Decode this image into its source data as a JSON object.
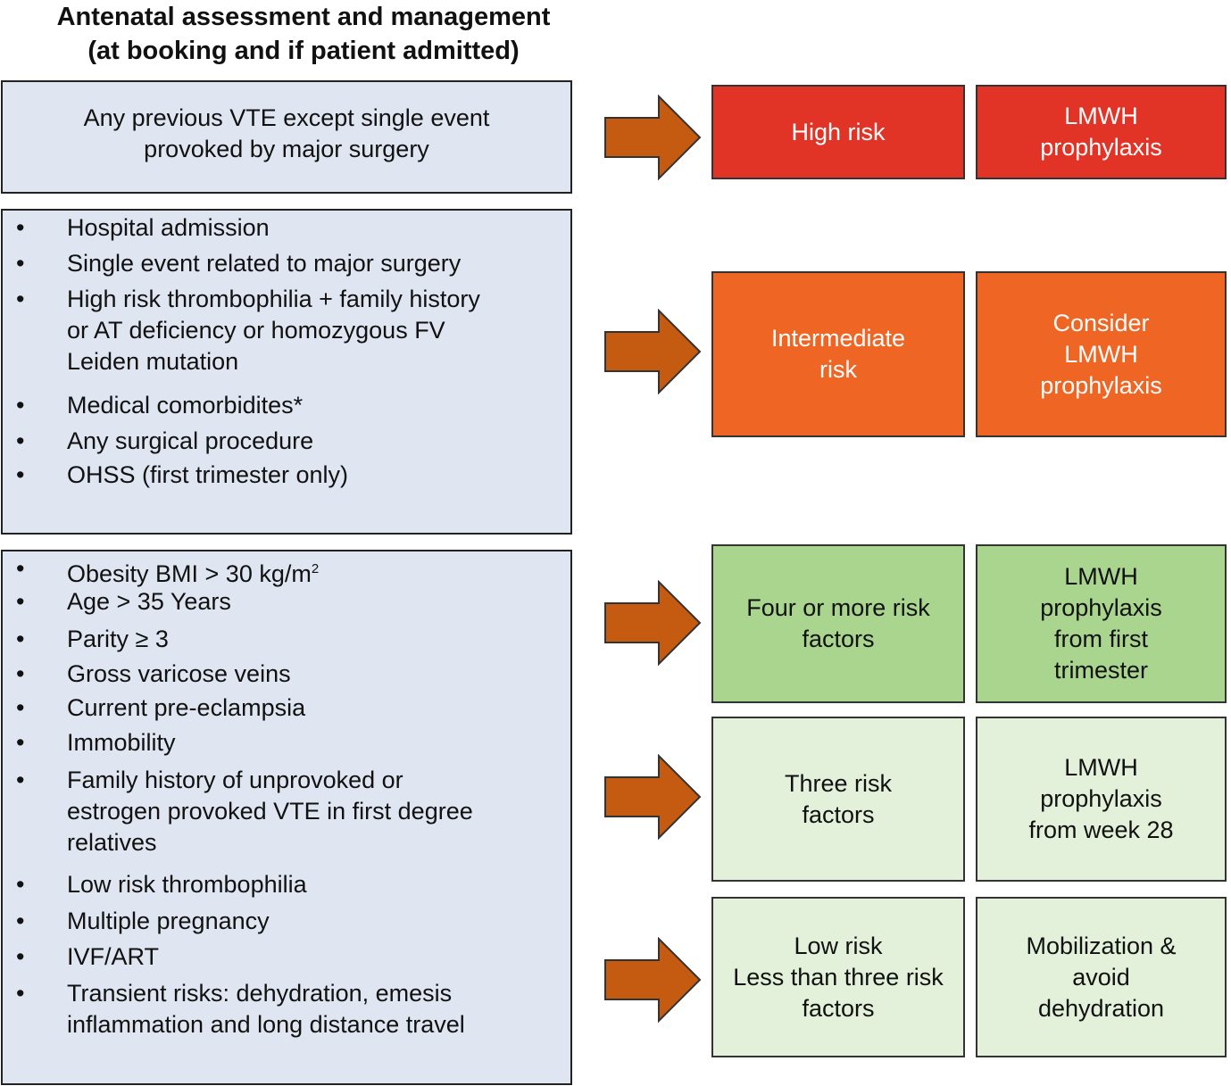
{
  "title": {
    "line1": "Antenatal assessment and management",
    "line2": "(at booking and if patient admitted)"
  },
  "left_boxes": {
    "box1": {
      "text": "Any previous VTE except single event\nprovoked by major surgery"
    },
    "box2": {
      "bullet_symbol": "•",
      "items": [
        "Hospital admission",
        "Single event related to major surgery",
        "High risk thrombophilia + family history\nor AT deficiency or homozygous FV\nLeiden mutation",
        "Medical comorbidites*",
        "Any surgical procedure",
        "OHSS (first trimester only)"
      ]
    },
    "box3": {
      "bullet_symbol": "•",
      "items": [
        "Obesity BMI > 30 kg/m",
        "Age > 35 Years",
        "Parity ≥ 3",
        "Gross varicose veins",
        "Current pre-eclampsia",
        "Immobility",
        "Family history of unprovoked or\nestrogen provoked VTE in first degree\nrelatives",
        "Low risk thrombophilia",
        "Multiple pregnancy",
        "IVF/ART",
        "Transient risks: dehydration, emesis\ninflammation and long distance travel"
      ],
      "superscript": "2"
    }
  },
  "outcomes": [
    {
      "risk": "High risk",
      "action": "LMWH\nprophylaxis",
      "color": "#e23327"
    },
    {
      "risk": "Intermediate\nrisk",
      "action": "Consider\nLMWH\nprophylaxis",
      "color": "#ee6524"
    },
    {
      "risk": "Four or more risk\nfactors",
      "action": "LMWH\nprophylaxis\nfrom first\ntrimester",
      "color": "#aad58f"
    },
    {
      "risk": "Three risk\nfactors",
      "action": "LMWH\nprophylaxis\nfrom  week 28",
      "color": "#e3f1da"
    },
    {
      "risk": "Low risk\nLess than three risk\nfactors",
      "action": "Mobilization &\navoid\ndehydration",
      "color": "#e3f1da"
    }
  ],
  "colors": {
    "left_box_fill": "#dfe6f1",
    "arrow_fill": "#c55a11"
  }
}
